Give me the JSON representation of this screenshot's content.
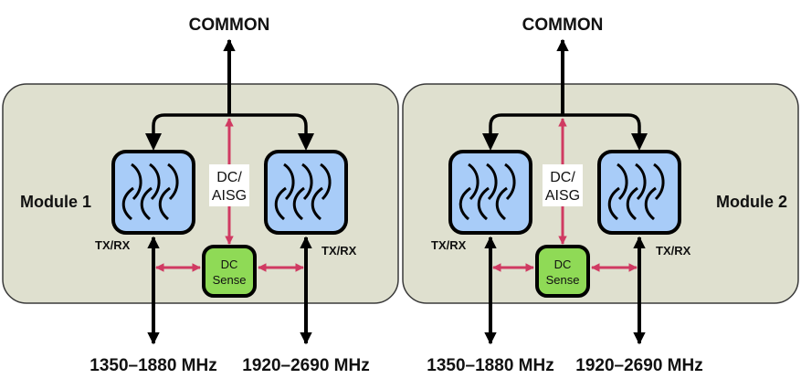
{
  "colors": {
    "panel_fill": "#dfe0cf",
    "panel_stroke": "#3a3a3a",
    "filter_fill": "#a8ccf8",
    "dc_sense_fill": "#8fda56",
    "dc_path": "#d03a62",
    "rf_path": "#000000",
    "label_bg": "#ffffff"
  },
  "modules": [
    {
      "name": "Module 1",
      "common_label": "COMMON",
      "dc_label_line1": "DC/",
      "dc_label_line2": "AISG",
      "dc_sense_line1": "DC",
      "dc_sense_line2": "Sense",
      "left_port": {
        "label": "TX/RX",
        "band": "1350–1880 MHz"
      },
      "right_port": {
        "label": "TX/RX",
        "band": "1920–2690 MHz"
      }
    },
    {
      "name": "Module 2",
      "common_label": "COMMON",
      "dc_label_line1": "DC/",
      "dc_label_line2": "AISG",
      "dc_sense_line1": "DC",
      "dc_sense_line2": "Sense",
      "left_port": {
        "label": "TX/RX",
        "band": "1350–1880 MHz"
      },
      "right_port": {
        "label": "TX/RX",
        "band": "1920–2690 MHz"
      }
    }
  ]
}
